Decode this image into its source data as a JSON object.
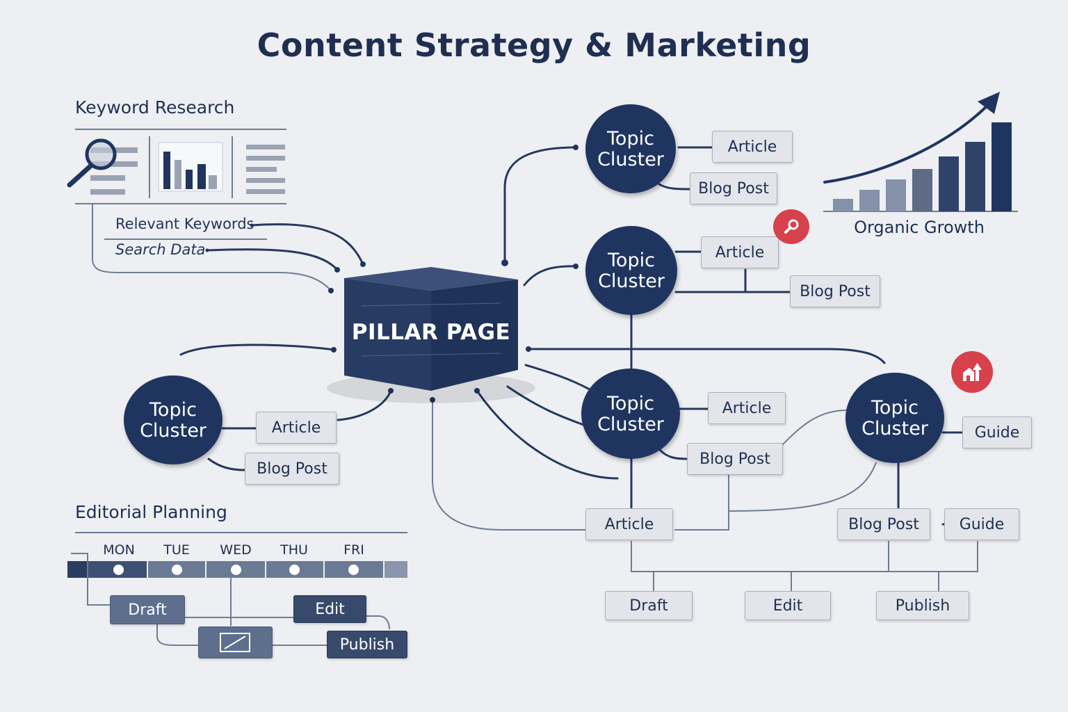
{
  "title": "Content Strategy & Marketing",
  "keyword_research": {
    "heading": "Keyword Research",
    "relevant_keywords": "Relevant Keywords",
    "search_data": "Search Data",
    "icons": [
      "magnifier-icon",
      "bar-chart-icon",
      "text-lines-icon"
    ]
  },
  "pillar": {
    "label": "PILLAR PAGE"
  },
  "topic_label": "Topic Cluster",
  "clusters": {
    "top": {
      "label": "Topic Cluster",
      "article": "Article",
      "blog": "Blog Post"
    },
    "upper_mid": {
      "label": "Topic Cluster",
      "article": "Article",
      "blog": "Blog Post"
    },
    "left": {
      "label": "Topic Cluster",
      "article": "Article",
      "blog": "Blog Post"
    },
    "center": {
      "label": "Topic Cluster",
      "article": "Article",
      "blog": "Blog Post"
    },
    "right": {
      "label": "Topic Cluster",
      "guide": "Guide",
      "blog": "Blog Post",
      "guide2": "Guide"
    }
  },
  "bottom_flow": {
    "article": "Article",
    "draft": "Draft",
    "edit": "Edit",
    "publish": "Publish"
  },
  "organic_growth": {
    "label": "Organic Growth",
    "bars": [
      0.14,
      0.24,
      0.36,
      0.48,
      0.62,
      0.78,
      1.0
    ]
  },
  "editorial": {
    "heading": "Editorial Planning",
    "days": [
      "MON",
      "TUE",
      "WED",
      "THU",
      "FRI"
    ],
    "draft": "Draft",
    "edit": "Edit",
    "publish": "Publish"
  },
  "colors": {
    "navy": "#1f3560",
    "accent_red": "#d6414b",
    "background": "#eeeff2"
  }
}
